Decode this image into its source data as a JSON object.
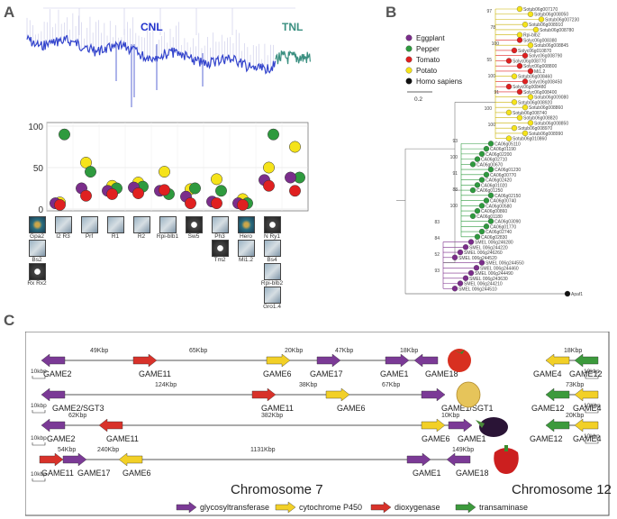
{
  "panel_labels": {
    "a": "A",
    "b": "B",
    "c": "C"
  },
  "panelA": {
    "tree_labels": {
      "cnl": "CNL",
      "tnl": "TNL"
    },
    "colors": {
      "eggplant": "#7b2d8b",
      "pepper": "#2e9a3e",
      "tomato": "#e02020",
      "potato": "#f5e31a",
      "cnl": "#2233cc",
      "tnl": "#3a8f80"
    },
    "thumbnails": [
      [
        "Gpa2",
        "Bs2",
        "Rx Rx2"
      ],
      [
        "I2 R3"
      ],
      [
        "Prf"
      ],
      [
        "R1"
      ],
      [
        "R2"
      ],
      [
        "Rpi-blb1"
      ],
      [
        "Sw5"
      ],
      [
        "Ph3",
        "Tm2"
      ],
      [
        "Hero",
        "Mi1.2"
      ],
      [
        "N Ry1",
        "Bs4",
        "Rpi-blb2",
        "Gro1.4"
      ]
    ]
  },
  "chart_data": {
    "type": "scatter",
    "xlabel": "",
    "ylabel": "",
    "ylim": [
      0,
      100
    ],
    "yticks": [
      0,
      50,
      100
    ],
    "categories": [
      "Gpa2",
      "I2 R3",
      "Prf",
      "R1",
      "R2",
      "Rpi-blb1",
      "Sw5",
      "Ph3",
      "Hero",
      "N Ry1"
    ],
    "series": [
      {
        "name": "Eggplant",
        "values": [
          7,
          25,
          22,
          26,
          22,
          15,
          9,
          7,
          35,
          38
        ]
      },
      {
        "name": "Pepper",
        "values": [
          90,
          45,
          25,
          27,
          18,
          25,
          22,
          7,
          90,
          38
        ]
      },
      {
        "name": "Tomato",
        "values": [
          5,
          16,
          18,
          19,
          23,
          7,
          7,
          5,
          28,
          22
        ]
      },
      {
        "name": "Potato",
        "values": [
          8,
          56,
          28,
          32,
          45,
          24,
          36,
          12,
          50,
          75
        ]
      }
    ]
  },
  "panelB": {
    "legend": [
      {
        "label": "Eggplant",
        "color": "#7b2d8b"
      },
      {
        "label": "Pepper",
        "color": "#2e9a3e"
      },
      {
        "label": "Tomato",
        "color": "#e02020"
      },
      {
        "label": "Potato",
        "color": "#f5e31a"
      },
      {
        "label": "Homo sapiens",
        "color": "#111111"
      }
    ],
    "scale": "0.2",
    "potato_top": [
      "Sotub06g007170",
      "Sotub06g008050",
      "Sotub06g007230",
      "Sotub06g008910",
      "Sotub06g008780",
      "Rpi-blb2"
    ],
    "mixed": [
      {
        "t": "Solyc06g008380",
        "c": "#e02020"
      },
      {
        "t": "Sotub06g008845",
        "c": "#f5e31a"
      },
      {
        "t": "Solyc06g010870",
        "c": "#e02020"
      },
      {
        "t": "Solyc06g008790",
        "c": "#e02020"
      },
      {
        "t": "Solyc06g008770",
        "c": "#e02020"
      },
      {
        "t": "Solyc06g008800",
        "c": "#e02020"
      },
      {
        "t": "Mi1.2",
        "c": "#e02020"
      },
      {
        "t": "Sotub06g008460",
        "c": "#f5e31a"
      },
      {
        "t": "Solyc06g008450",
        "c": "#e02020"
      },
      {
        "t": "Solyc06g008480",
        "c": "#e02020"
      },
      {
        "t": "Solyc06g008400",
        "c": "#e02020"
      },
      {
        "t": "Sotub06g009080",
        "c": "#f5e31a"
      },
      {
        "t": "Sotub06g008920",
        "c": "#f5e31a"
      },
      {
        "t": "Sotub06g008860",
        "c": "#f5e31a"
      },
      {
        "t": "Sotub06g008740",
        "c": "#f5e31a"
      },
      {
        "t": "Sotub06g008820",
        "c": "#f5e31a"
      },
      {
        "t": "Sotub06g008850",
        "c": "#f5e31a"
      },
      {
        "t": "Sotub06g008970",
        "c": "#f5e31a"
      },
      {
        "t": "Sotub06g008990",
        "c": "#f5e31a"
      },
      {
        "t": "Sotub06g010860",
        "c": "#f5e31a"
      }
    ],
    "pepper": [
      "CA06g05110",
      "CA06g01190",
      "CA06g02200",
      "CA06g02710",
      "CA06g00670",
      "CA06g01230",
      "CA06g00770",
      "CA06g02420",
      "CA06g01020",
      "CA06g01250",
      "CA06g02150",
      "CA06g00740",
      "CA06g00580",
      "CA06g00860",
      "CA06g01180",
      "CA06g03090",
      "CA06g01770",
      "CA06g02740",
      "CA06g02830"
    ],
    "eggplant": [
      "SMEL 006g246280",
      "SMEL 006g244220",
      "SMEL 006g246260",
      "SMEL 006g244520",
      "SMEL 006g244550",
      "SMEL 006g244460",
      "SMEL 006g244490",
      "SMEL 006g243630",
      "SMEL 006g244210",
      "SMEL 006g244510"
    ],
    "human": "Apaf1",
    "bootstraps": [
      "97",
      "78",
      "100",
      "55",
      "100",
      "91",
      "100",
      "100",
      "93",
      "100",
      "91",
      "88",
      "100",
      "83",
      "84",
      "52",
      "93"
    ]
  },
  "panelC": {
    "chromosome7": "Chromosome 7",
    "chromosome12": "Chromosome 12",
    "legend": [
      {
        "label": "glycosyltransferase",
        "color": "#7b3a96"
      },
      {
        "label": "cytochrome P450",
        "color": "#f2d027"
      },
      {
        "label": "dioxygenase",
        "color": "#d8322a"
      },
      {
        "label": "transaminase",
        "color": "#3c9a3c"
      }
    ],
    "scale_label": "10kbp",
    "scale_label_big": "10Kbp",
    "rows": [
      {
        "fruit": "tomato",
        "genes": [
          "GAME2",
          "GAME11",
          "GAME6",
          "GAME17",
          "GAME1",
          "GAME18"
        ],
        "distances": [
          "49Kbp",
          "65Kbp",
          "20Kbp",
          "47Kbp",
          "18Kbp"
        ],
        "right_genes": [
          "GAME4",
          "GAME12"
        ],
        "right_dist": "18Kbp"
      },
      {
        "fruit": "potato",
        "genes": [
          "GAME2/SGT3",
          "GAME11",
          "GAME6",
          "GAME1/SGT1"
        ],
        "distances": [
          "124Kbp",
          "38Kbp",
          "67Kbp"
        ],
        "right_genes": [
          "GAME12",
          "GAME4"
        ],
        "right_dist": "73Kbp"
      },
      {
        "fruit": "eggplant",
        "genes": [
          "GAME2",
          "GAME11",
          "GAME6",
          "GAME1"
        ],
        "distances": [
          "62Kbp",
          "382Kbp",
          "10Kbp"
        ],
        "right_genes": [
          "GAME12",
          "GAME4"
        ],
        "right_dist": "20Kbp"
      },
      {
        "fruit": "pepper",
        "genes": [
          "GAME11",
          "GAME17",
          "GAME6",
          "GAME1",
          "GAME18"
        ],
        "distances": [
          "54Kbp",
          "240Kbp",
          "1131Kbp",
          "149Kbp"
        ]
      }
    ]
  }
}
